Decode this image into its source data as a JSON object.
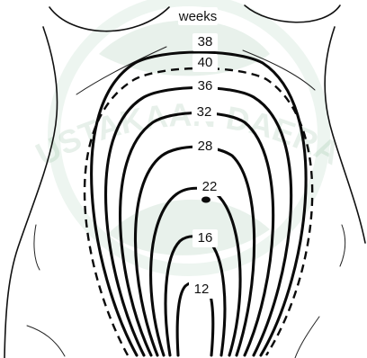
{
  "figure": {
    "header_label": "weeks",
    "contour_labels": [
      "38",
      "40",
      "36",
      "32",
      "28",
      "22",
      "16",
      "12"
    ]
  },
  "watermark": {
    "text": "PUSTAKAAN DAERAH",
    "color": "#1e7a3b"
  },
  "colors": {
    "line": "#0a0a0a",
    "background": "#ffffff"
  }
}
